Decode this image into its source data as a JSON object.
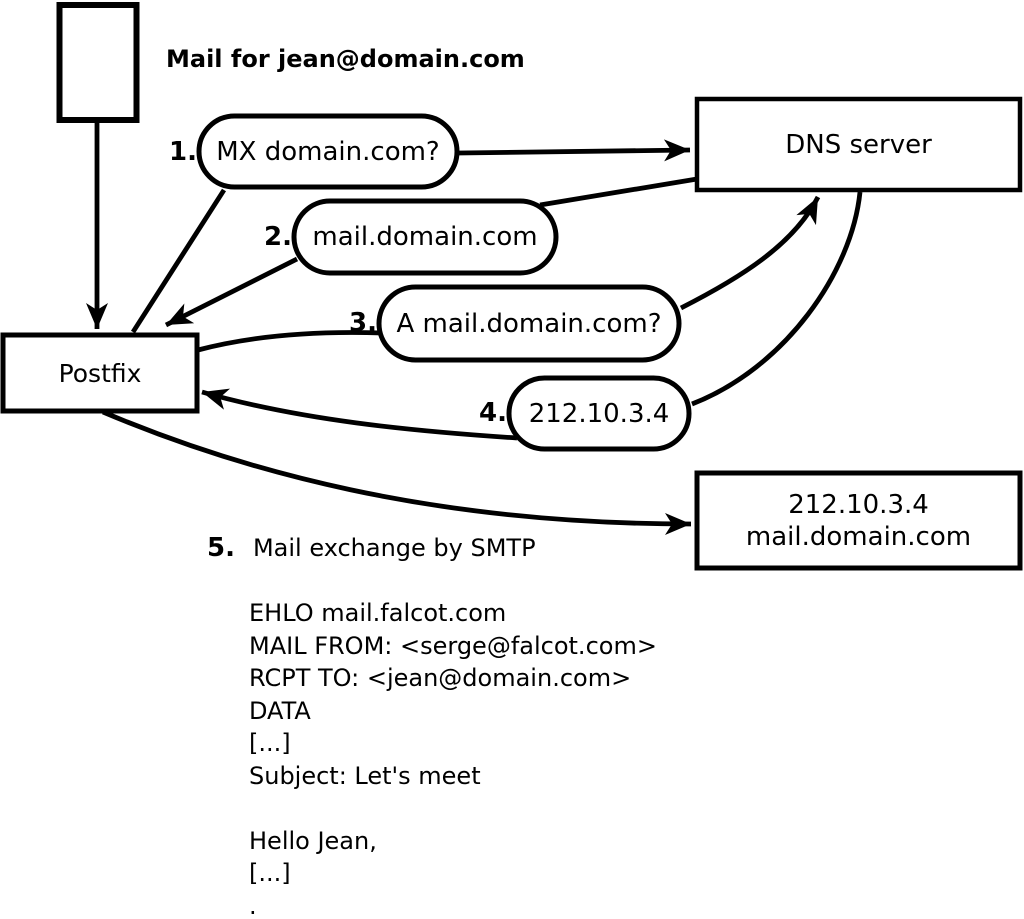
{
  "title": "Mail for jean@domain.com",
  "colors": {
    "ink": "#000000",
    "paper": "#ffffff"
  },
  "nodes": {
    "postfix": {
      "label": "Postfix"
    },
    "dns": {
      "label": "DNS server"
    },
    "mailserver": {
      "ip": "212.10.3.4",
      "host": "mail.domain.com"
    }
  },
  "steps": [
    {
      "num": "1.",
      "label": "MX domain.com?"
    },
    {
      "num": "2.",
      "label": "mail.domain.com"
    },
    {
      "num": "3.",
      "label": "A mail.domain.com?"
    },
    {
      "num": "4.",
      "label": "212.10.3.4"
    },
    {
      "num": "5.",
      "label": "Mail exchange by SMTP"
    }
  ],
  "smtp_session": {
    "lines": [
      "EHLO mail.falcot.com",
      "MAIL FROM: <serge@falcot.com>",
      "RCPT TO: <jean@domain.com>",
      "DATA",
      "[...]",
      "Subject: Let's meet",
      "",
      "Hello Jean,",
      "[...]",
      "."
    ]
  }
}
